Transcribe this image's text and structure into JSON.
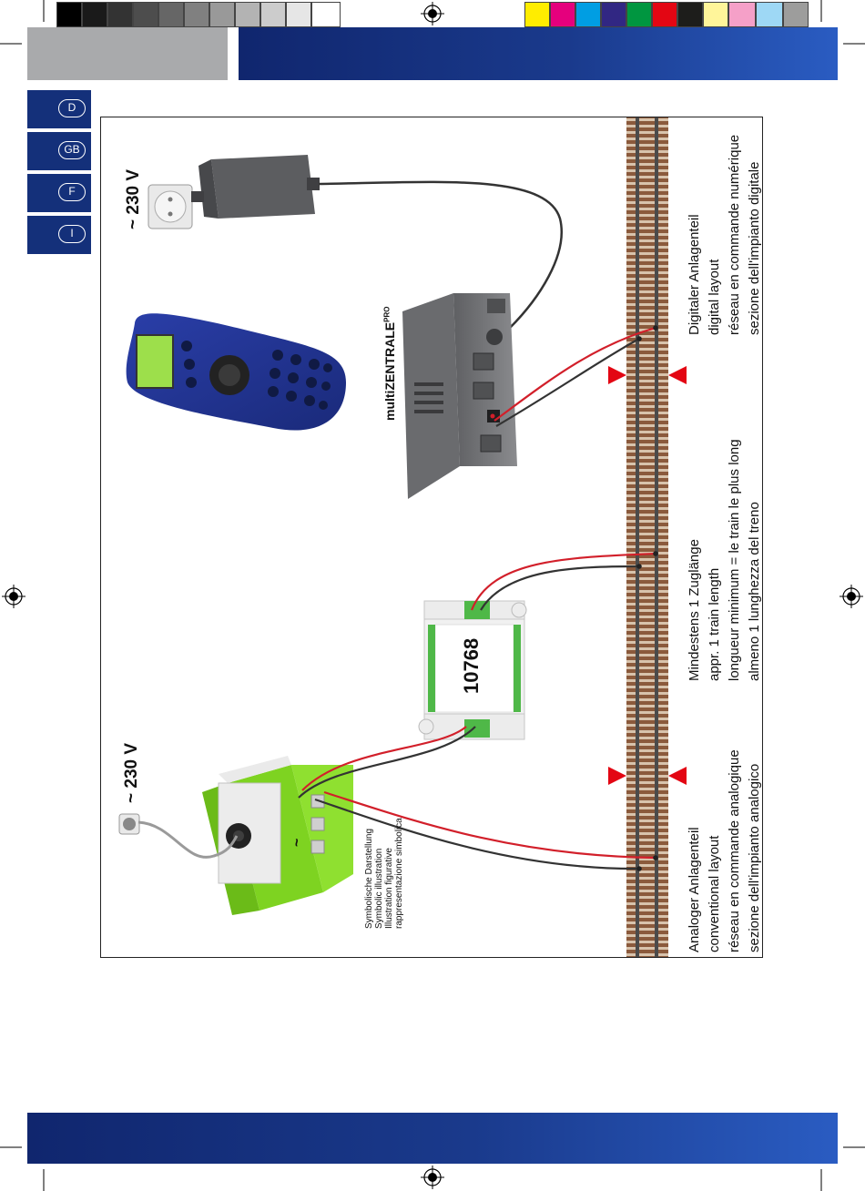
{
  "colors": {
    "header_blue": "#14307a",
    "rail_brown": "#8b5a3c",
    "wire_red": "#d21f2a",
    "device_green": "#7ed321",
    "marker_red": "#e30613"
  },
  "languages": [
    "D",
    "GB",
    "F",
    "I"
  ],
  "labels": {
    "voltage_top": "~ 230 V",
    "voltage_bottom": "~ 230 V",
    "central_unit": "multiZENTRALE",
    "central_unit_suffix": "PRO",
    "module_number": "10768",
    "transformer_symbol": "~",
    "symbolic_lines": [
      "Symbolische Darstellung",
      "Symbolic illustration",
      "Illustration figurative",
      "rappresentazione simbolica"
    ]
  },
  "captions": {
    "digital": [
      "Digitaler Anlagenteil",
      "digital layout",
      "réseau en commande numérique",
      "sezione dell'impianto digitale"
    ],
    "middle": [
      "Mindestens 1 Zuglänge",
      "appr. 1 train length",
      "longueur minimum = le train le plus long",
      "almeno 1 lunghezza del treno"
    ],
    "analog": [
      "Analoger Anlagenteil",
      "conventional layout",
      "réseau en commande analogique",
      "sezione dell'impianto analogico"
    ]
  },
  "icons": [
    "registration-mark-icon",
    "power-socket-icon",
    "wall-plug-icon",
    "throttle-icon",
    "transformer-icon"
  ]
}
